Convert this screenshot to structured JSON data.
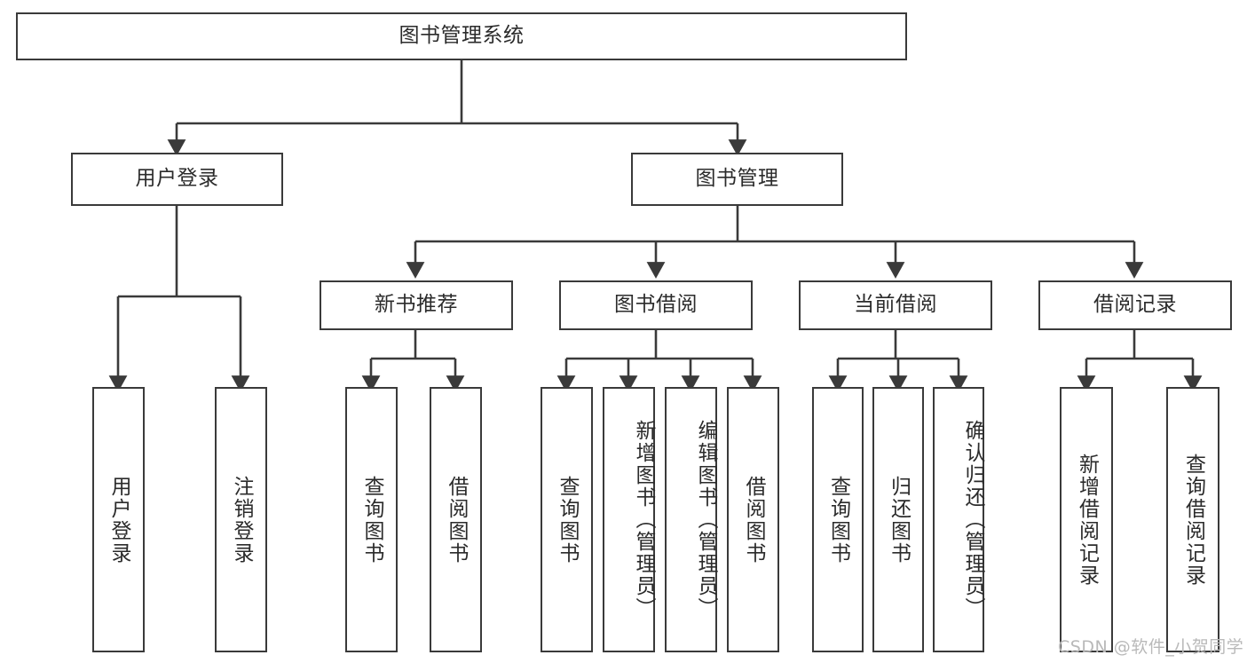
{
  "diagram": {
    "title": "图书管理系统",
    "type": "hierarchy-tree",
    "background_color": "#ffffff",
    "line_color": "#3a3a3a",
    "text_color": "#2b2b2b",
    "root": {
      "label": "图书管理系统"
    },
    "level2": [
      {
        "label": "用户登录"
      },
      {
        "label": "图书管理"
      }
    ],
    "level3": [
      {
        "label": "新书推荐"
      },
      {
        "label": "图书借阅"
      },
      {
        "label": "当前借阅"
      },
      {
        "label": "借阅记录"
      }
    ],
    "leaves": {
      "user_login": [
        {
          "label": "用户登录"
        },
        {
          "label": "注销登录"
        }
      ],
      "new_book_recommend": [
        {
          "label": "查询图书"
        },
        {
          "label": "借阅图书"
        }
      ],
      "book_borrow": [
        {
          "label": "查询图书"
        },
        {
          "label": "新增图书（管理员）"
        },
        {
          "label": "编辑图书（管理员）"
        },
        {
          "label": "借阅图书"
        }
      ],
      "current_borrow": [
        {
          "label": "查询图书"
        },
        {
          "label": "归还图书"
        },
        {
          "label": "确认归还（管理员）"
        }
      ],
      "borrow_record": [
        {
          "label": "新增借阅记录"
        },
        {
          "label": "查询借阅记录"
        }
      ]
    }
  },
  "watermark": {
    "text": "CSDN @软件_小贺同学"
  }
}
